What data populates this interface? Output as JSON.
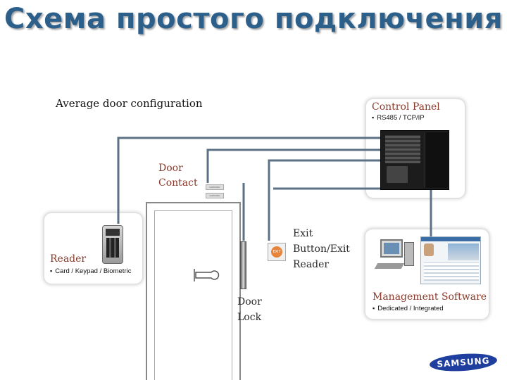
{
  "title": "Схема простого подключения",
  "subtitle": "Average door configuration",
  "control_panel": {
    "label": "Control Panel",
    "bullets": [
      "RS485 / TCP/IP"
    ]
  },
  "door_contact": {
    "label_line1": "Door",
    "label_line2": "Contact"
  },
  "reader": {
    "label": "Reader",
    "bullets": [
      "Card / Keypad / Biometric"
    ]
  },
  "door_lock": {
    "label_line1": "Door",
    "label_line2": "Lock"
  },
  "exit": {
    "label_line1": "Exit",
    "label_line2": "Button/Exit",
    "label_line3": "Reader",
    "button_text": "EXIT"
  },
  "management": {
    "label": "Management Software",
    "bullets": [
      "Dedicated / Integrated"
    ]
  },
  "logo": "SAMSUNG",
  "colors": {
    "title": "#2c5f8a",
    "wire": "#5c7185",
    "label_accent": "#8a3a2a"
  }
}
